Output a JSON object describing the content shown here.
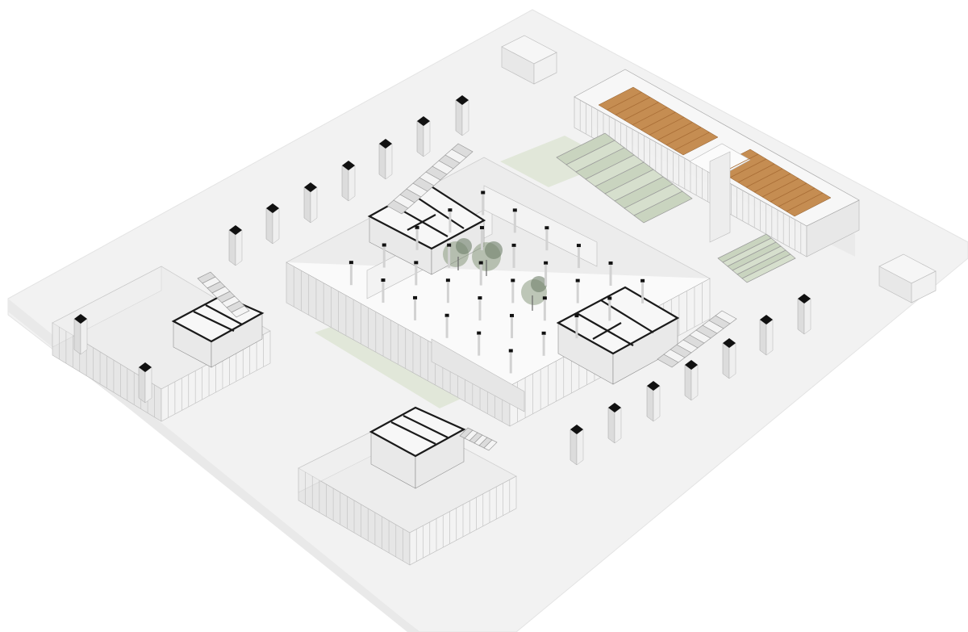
{
  "colors": {
    "site": "#f2f2f2",
    "floor": "#ececec",
    "wall_light": "#f3f3f3",
    "wall_shade": "#e6e6e6",
    "core_outline": "#1a1a1a",
    "column_cap": "#111111",
    "landscape_green": "#dfe6d6",
    "stair_green": "#d6dfcd",
    "timber": "#c58d52",
    "tree": "#8a9a80"
  },
  "elements": {
    "blocks": [
      "main-courtyard-block",
      "west-pavilion",
      "south-pavilion",
      "elevated-timber-block"
    ],
    "stairs": [
      "north-exterior-stair",
      "east-exterior-stair",
      "west-pavilion-stair",
      "south-pavilion-stair",
      "green-amphitheatre-stair",
      "east-green-stair"
    ],
    "courtyard_trees": 3
  }
}
